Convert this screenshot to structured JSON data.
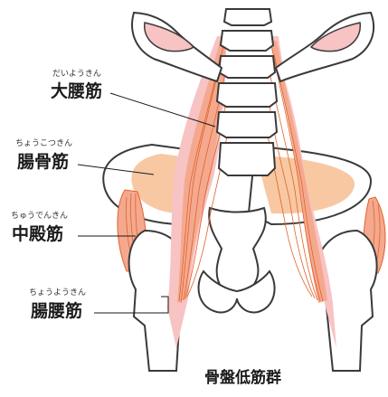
{
  "labels": {
    "psoas_major": {
      "ruby": "だいようきん",
      "text": "大腰筋"
    },
    "iliacus": {
      "ruby": "ちょうこつきん",
      "text": "腸骨筋"
    },
    "gluteus_medius": {
      "ruby": "ちゅうでんきん",
      "text": "中殿筋"
    },
    "iliopsoas": {
      "ruby": "ちょうようきん",
      "text": "腸腰筋"
    }
  },
  "caption": "骨盤低筋群",
  "colors": {
    "outline": "#3a3a3a",
    "bone": "#ffffff",
    "muscle_fill": "#f4a98f",
    "muscle_fiber": "#e0622a",
    "pink_shadow": "#f8c3c3",
    "iliacus_fill": "#f8c8a2"
  }
}
